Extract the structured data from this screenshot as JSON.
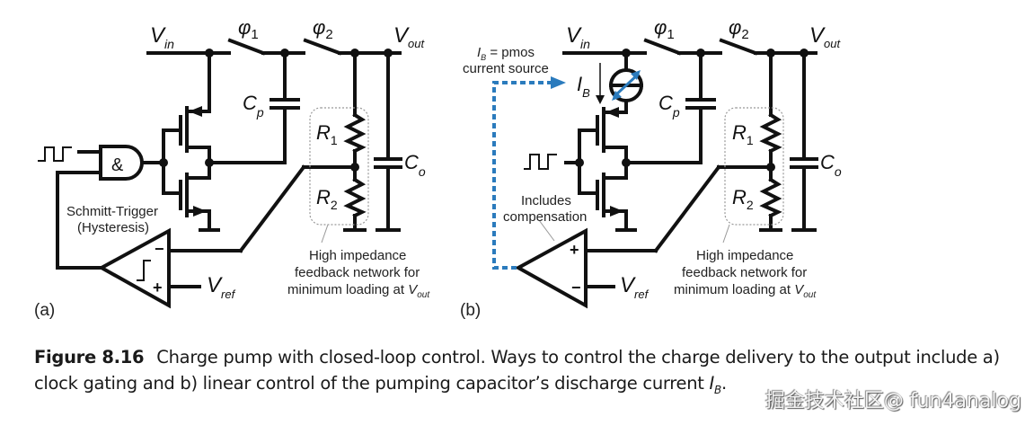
{
  "figure": {
    "panel_a": {
      "tag": "(a)",
      "vin": {
        "main": "V",
        "sub": "in"
      },
      "phi1": {
        "main": "φ",
        "sub": "1"
      },
      "phi2": {
        "main": "φ",
        "sub": "2"
      },
      "vout": {
        "main": "V",
        "sub": "out"
      },
      "cp": {
        "main": "C",
        "sub": "p"
      },
      "co": {
        "main": "C",
        "sub": "o"
      },
      "r1": {
        "main": "R",
        "sub": "1"
      },
      "r2": {
        "main": "R",
        "sub": "2"
      },
      "vref": {
        "main": "V",
        "sub": "ref"
      },
      "and_gate_symbol": "&",
      "comparator_minus": "−",
      "comparator_plus": "+",
      "schmitt_label_line1": "Schmitt-Trigger",
      "schmitt_label_line2": "(Hysteresis)",
      "feedback_note_line1": "High impedance",
      "feedback_note_line2": "feedback network for",
      "feedback_note_line3": "minimum loading at ",
      "feedback_note_vout": {
        "main": "V",
        "sub": "out"
      }
    },
    "panel_b": {
      "tag": "(b)",
      "vin": {
        "main": "V",
        "sub": "in"
      },
      "phi1": {
        "main": "φ",
        "sub": "1"
      },
      "phi2": {
        "main": "φ",
        "sub": "2"
      },
      "vout": {
        "main": "V",
        "sub": "out"
      },
      "cp": {
        "main": "C",
        "sub": "p"
      },
      "co": {
        "main": "C",
        "sub": "o"
      },
      "r1": {
        "main": "R",
        "sub": "1"
      },
      "r2": {
        "main": "R",
        "sub": "2"
      },
      "vref": {
        "main": "V",
        "sub": "ref"
      },
      "ib": {
        "main": "I",
        "sub": "B"
      },
      "ib_note_line1_main": "I",
      "ib_note_line1_sub": "B",
      "ib_note_line1_rest": " = pmos",
      "ib_note_line2": "current source",
      "amp_plus": "+",
      "amp_minus": "−",
      "comp_label_line1": "Includes",
      "comp_label_line2": "compensation",
      "feedback_note_line1": "High impedance",
      "feedback_note_line2": "feedback network for",
      "feedback_note_line3": "minimum loading at ",
      "feedback_note_vout": {
        "main": "V",
        "sub": "out"
      }
    },
    "colors": {
      "wire": "#111111",
      "control_loop": "#2b7bbd"
    }
  },
  "caption": {
    "label": "Figure 8.16",
    "text": "Charge pump with closed-loop control. Ways to control the charge delivery to the output include a) clock gating and b) linear control of the pumping capacitor’s discharge current ",
    "current_symbol": "I",
    "current_sub": "B",
    "end": "."
  },
  "watermark": "掘金技术社区@ fun4analog"
}
